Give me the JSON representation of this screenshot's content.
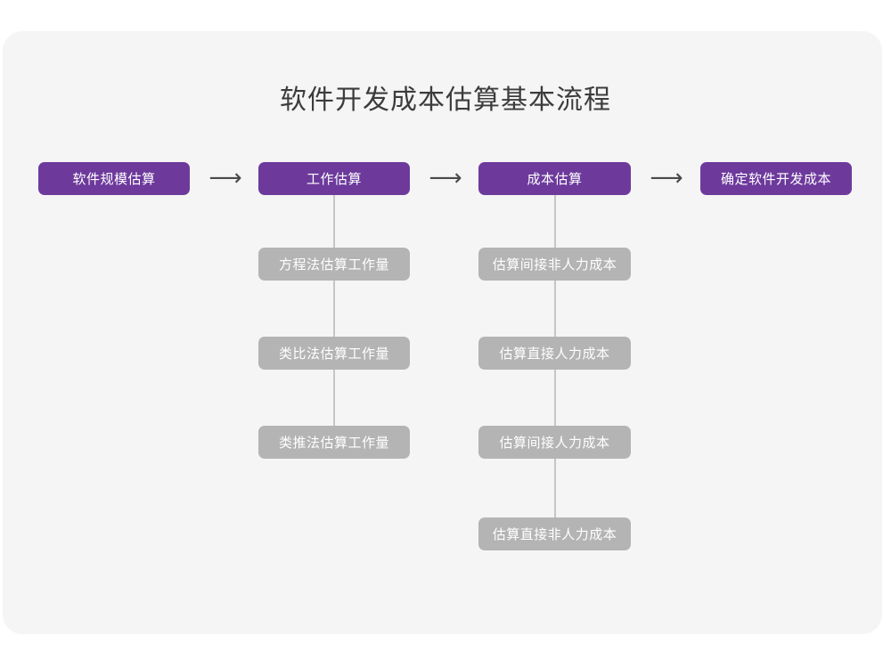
{
  "page": {
    "title": "软件开发成本估算基本流程",
    "background_color": "#ffffff",
    "card_color": "#f5f5f5",
    "accent_color": "#6d3a9c",
    "secondary_color": "#b4b4b4",
    "title_color": "#3c3c3c"
  },
  "flow": {
    "arrow_glyph": "⟶",
    "steps": [
      {
        "label": "软件规模估算",
        "substeps": []
      },
      {
        "label": "工作估算",
        "substeps": [
          {
            "label": "方程法估算工作量"
          },
          {
            "label": "类比法估算工作量"
          },
          {
            "label": "类推法估算工作量"
          }
        ]
      },
      {
        "label": "成本估算",
        "substeps": [
          {
            "label": "估算间接非人力成本"
          },
          {
            "label": "估算直接人力成本"
          },
          {
            "label": "估算间接人力成本"
          },
          {
            "label": "估算直接非人力成本"
          }
        ]
      },
      {
        "label": "确定软件开发成本",
        "substeps": []
      }
    ]
  }
}
